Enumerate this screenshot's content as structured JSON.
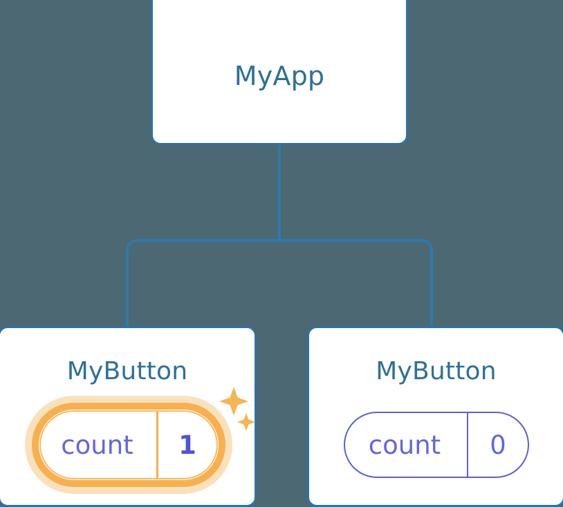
{
  "diagram": {
    "kind": "component-tree",
    "background_color": "#4c6872",
    "connector_color": "#2d7aab",
    "card_border_color": "#2d72a8",
    "card_background": "#ffffff",
    "title_color": "#2d7099",
    "state_color": "#6366e0",
    "highlight_color": "#f8b04f",
    "highlight_glow_color": "#fae1bd",
    "sparkle_color": "#f5b553"
  },
  "root": {
    "title": "MyApp"
  },
  "children": [
    {
      "title": "MyButton",
      "state": {
        "key": "count",
        "value": "1",
        "highlighted": true
      },
      "sparkles": [
        {
          "name": "sparkle-large",
          "size": "large"
        },
        {
          "name": "sparkle-small",
          "size": "small"
        }
      ]
    },
    {
      "title": "MyButton",
      "state": {
        "key": "count",
        "value": "0",
        "highlighted": false
      },
      "sparkles": []
    }
  ]
}
